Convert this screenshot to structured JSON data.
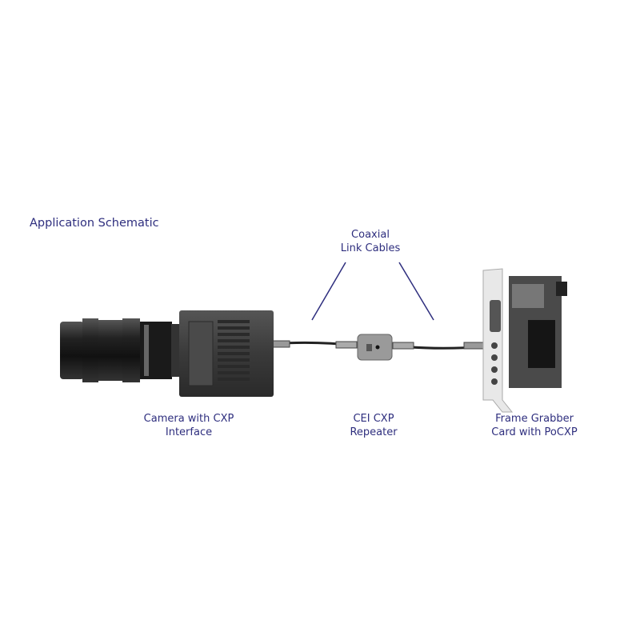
{
  "title": "Application Schematic",
  "labels": {
    "cables": [
      "Coaxial",
      "Link Cables"
    ],
    "camera": [
      "Camera with CXP",
      "Interface"
    ],
    "repeater": [
      "CEI CXP",
      "Repeater"
    ],
    "grabber": [
      "Frame Grabber",
      "Card with PoCXP"
    ]
  },
  "colors": {
    "text": "#2e2e7e",
    "pointer": "#2e2e7e"
  }
}
